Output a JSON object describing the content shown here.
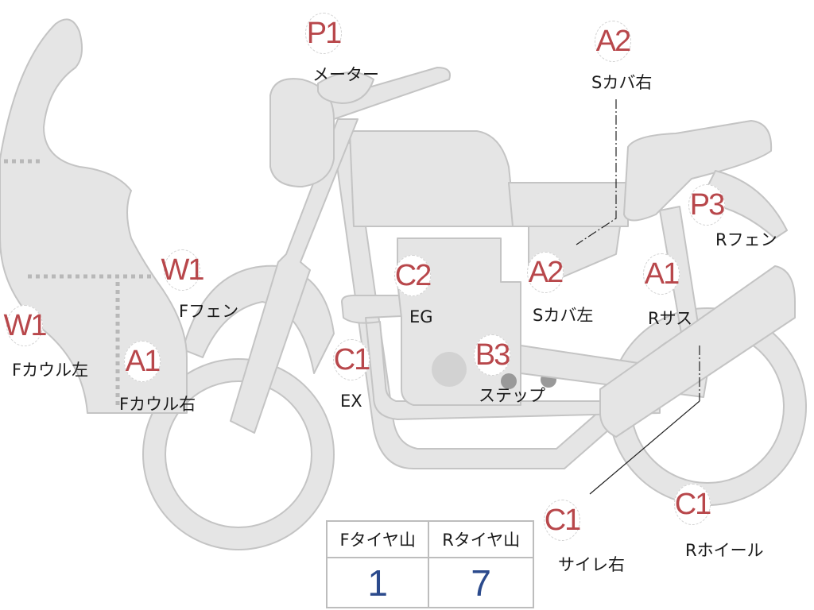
{
  "callouts": [
    {
      "code": "P1",
      "label": "メーター"
    },
    {
      "code": "A2",
      "label": "Sカバ右"
    },
    {
      "code": "P3",
      "label": "Rフェン"
    },
    {
      "code": "W1",
      "label": "Fフェン"
    },
    {
      "code": "C2",
      "label": "EG"
    },
    {
      "code": "A2",
      "label": "Sカバ左"
    },
    {
      "code": "A1",
      "label": "Rサス"
    },
    {
      "code": "W1",
      "label": "Fカウル左"
    },
    {
      "code": "A1",
      "label": "Fカウル右"
    },
    {
      "code": "C1",
      "label": "EX"
    },
    {
      "code": "B3",
      "label": "ステップ"
    },
    {
      "code": "C1",
      "label": "サイレ右"
    },
    {
      "code": "C1",
      "label": "Rホイール"
    }
  ],
  "tyre_table": {
    "headers": [
      "Fタイヤ山",
      "Rタイヤ山"
    ],
    "values": [
      "1",
      "7"
    ]
  },
  "colors": {
    "code": "#b8474b",
    "value": "#2b4a8c",
    "body": "#e5e5e5",
    "outline": "#c4c4c4"
  }
}
